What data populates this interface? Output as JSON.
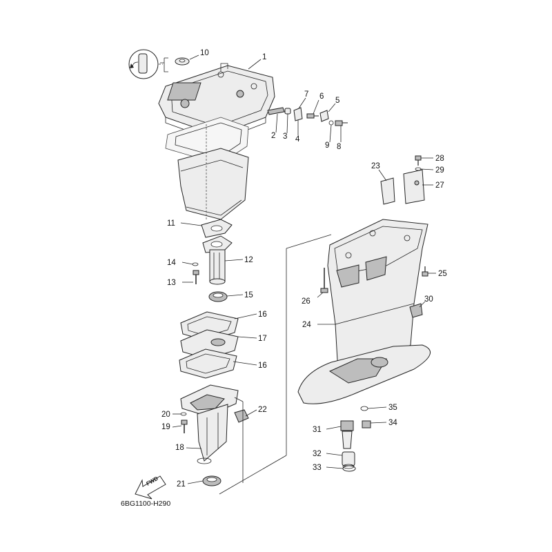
{
  "diagram": {
    "code": "6BG1100-H290",
    "fwd_label": "FWD",
    "callouts": [
      "1",
      "2",
      "3",
      "4",
      "5",
      "6",
      "7",
      "8",
      "9",
      "10",
      "11",
      "12",
      "13",
      "14",
      "15",
      "16",
      "16",
      "17",
      "18",
      "19",
      "20",
      "21",
      "22",
      "23",
      "24",
      "25",
      "26",
      "27",
      "28",
      "29",
      "30",
      "31",
      "32",
      "33",
      "34",
      "35"
    ]
  }
}
